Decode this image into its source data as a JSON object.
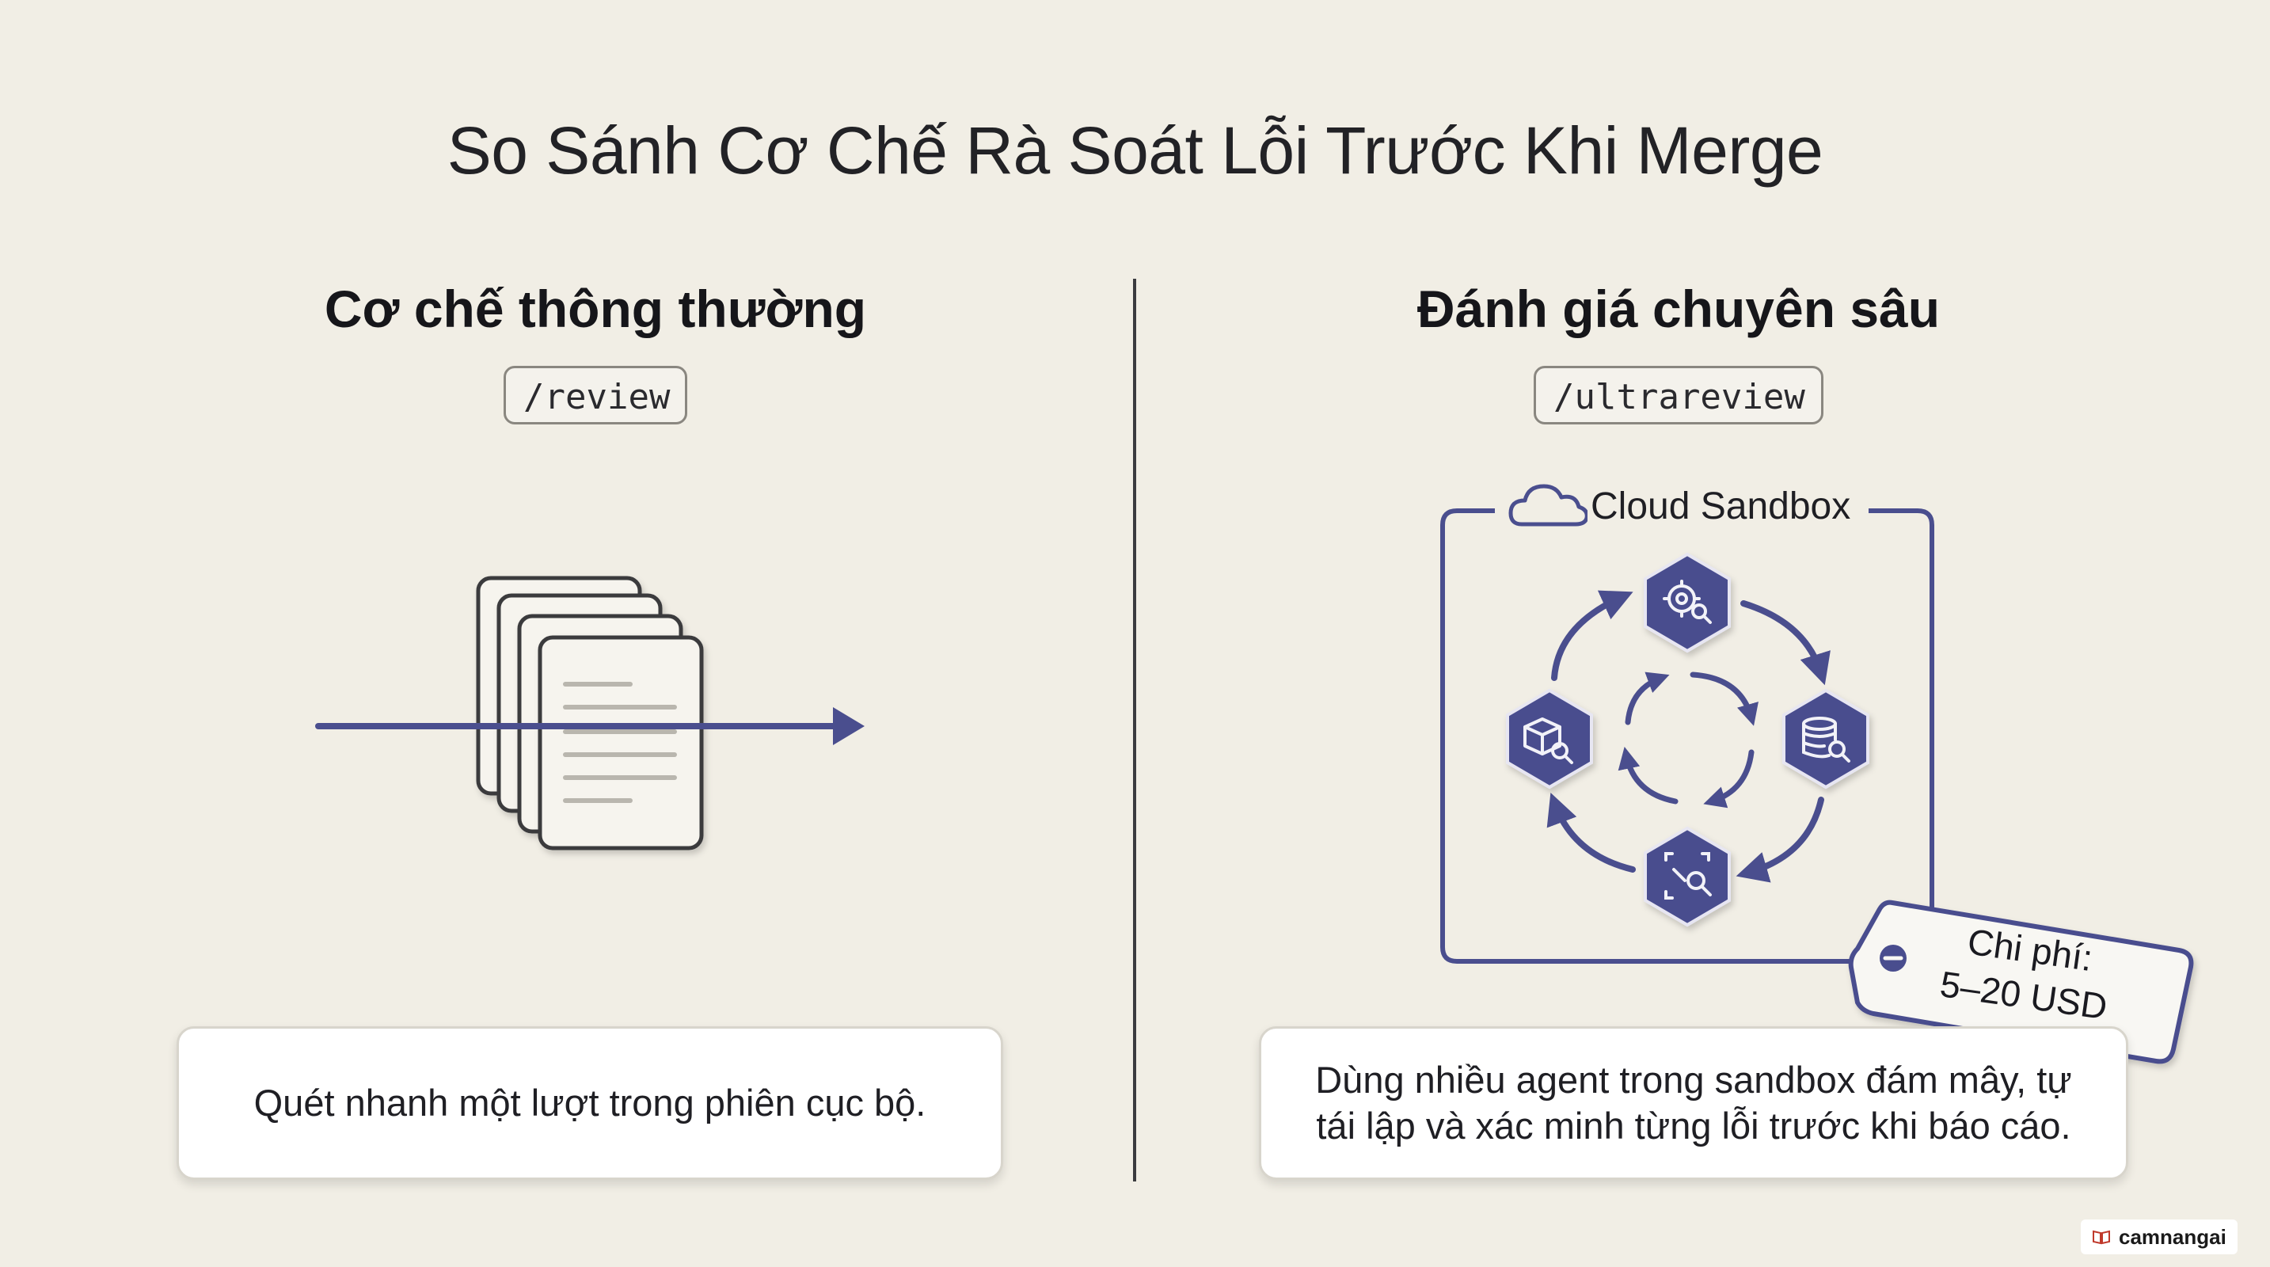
{
  "title": "So Sánh Cơ Chế Rà Soát Lỗi Trước Khi Merge",
  "left": {
    "heading": "Cơ chế thông thường",
    "command": "/review",
    "description": "Quét nhanh một lượt trong phiên cục bộ.",
    "icon": "document-stack-icon"
  },
  "right": {
    "heading": "Đánh giá chuyên sâu",
    "command": "/ultrareview",
    "sandbox_label": "Cloud Sandbox",
    "agents": [
      "gear-search-icon",
      "database-search-icon",
      "focus-search-icon",
      "cube-search-icon"
    ],
    "cost_label": "Chi phí:",
    "cost_value": "5–20 USD",
    "description": "Dùng nhiều agent trong sandbox đám mây, tự tái lập và xác minh từng lỗi trước khi báo cáo."
  },
  "watermark": "camnangai",
  "colors": {
    "accent": "#4a4e8e",
    "accent_dark": "#3a3d75",
    "background": "#f1eee5"
  }
}
